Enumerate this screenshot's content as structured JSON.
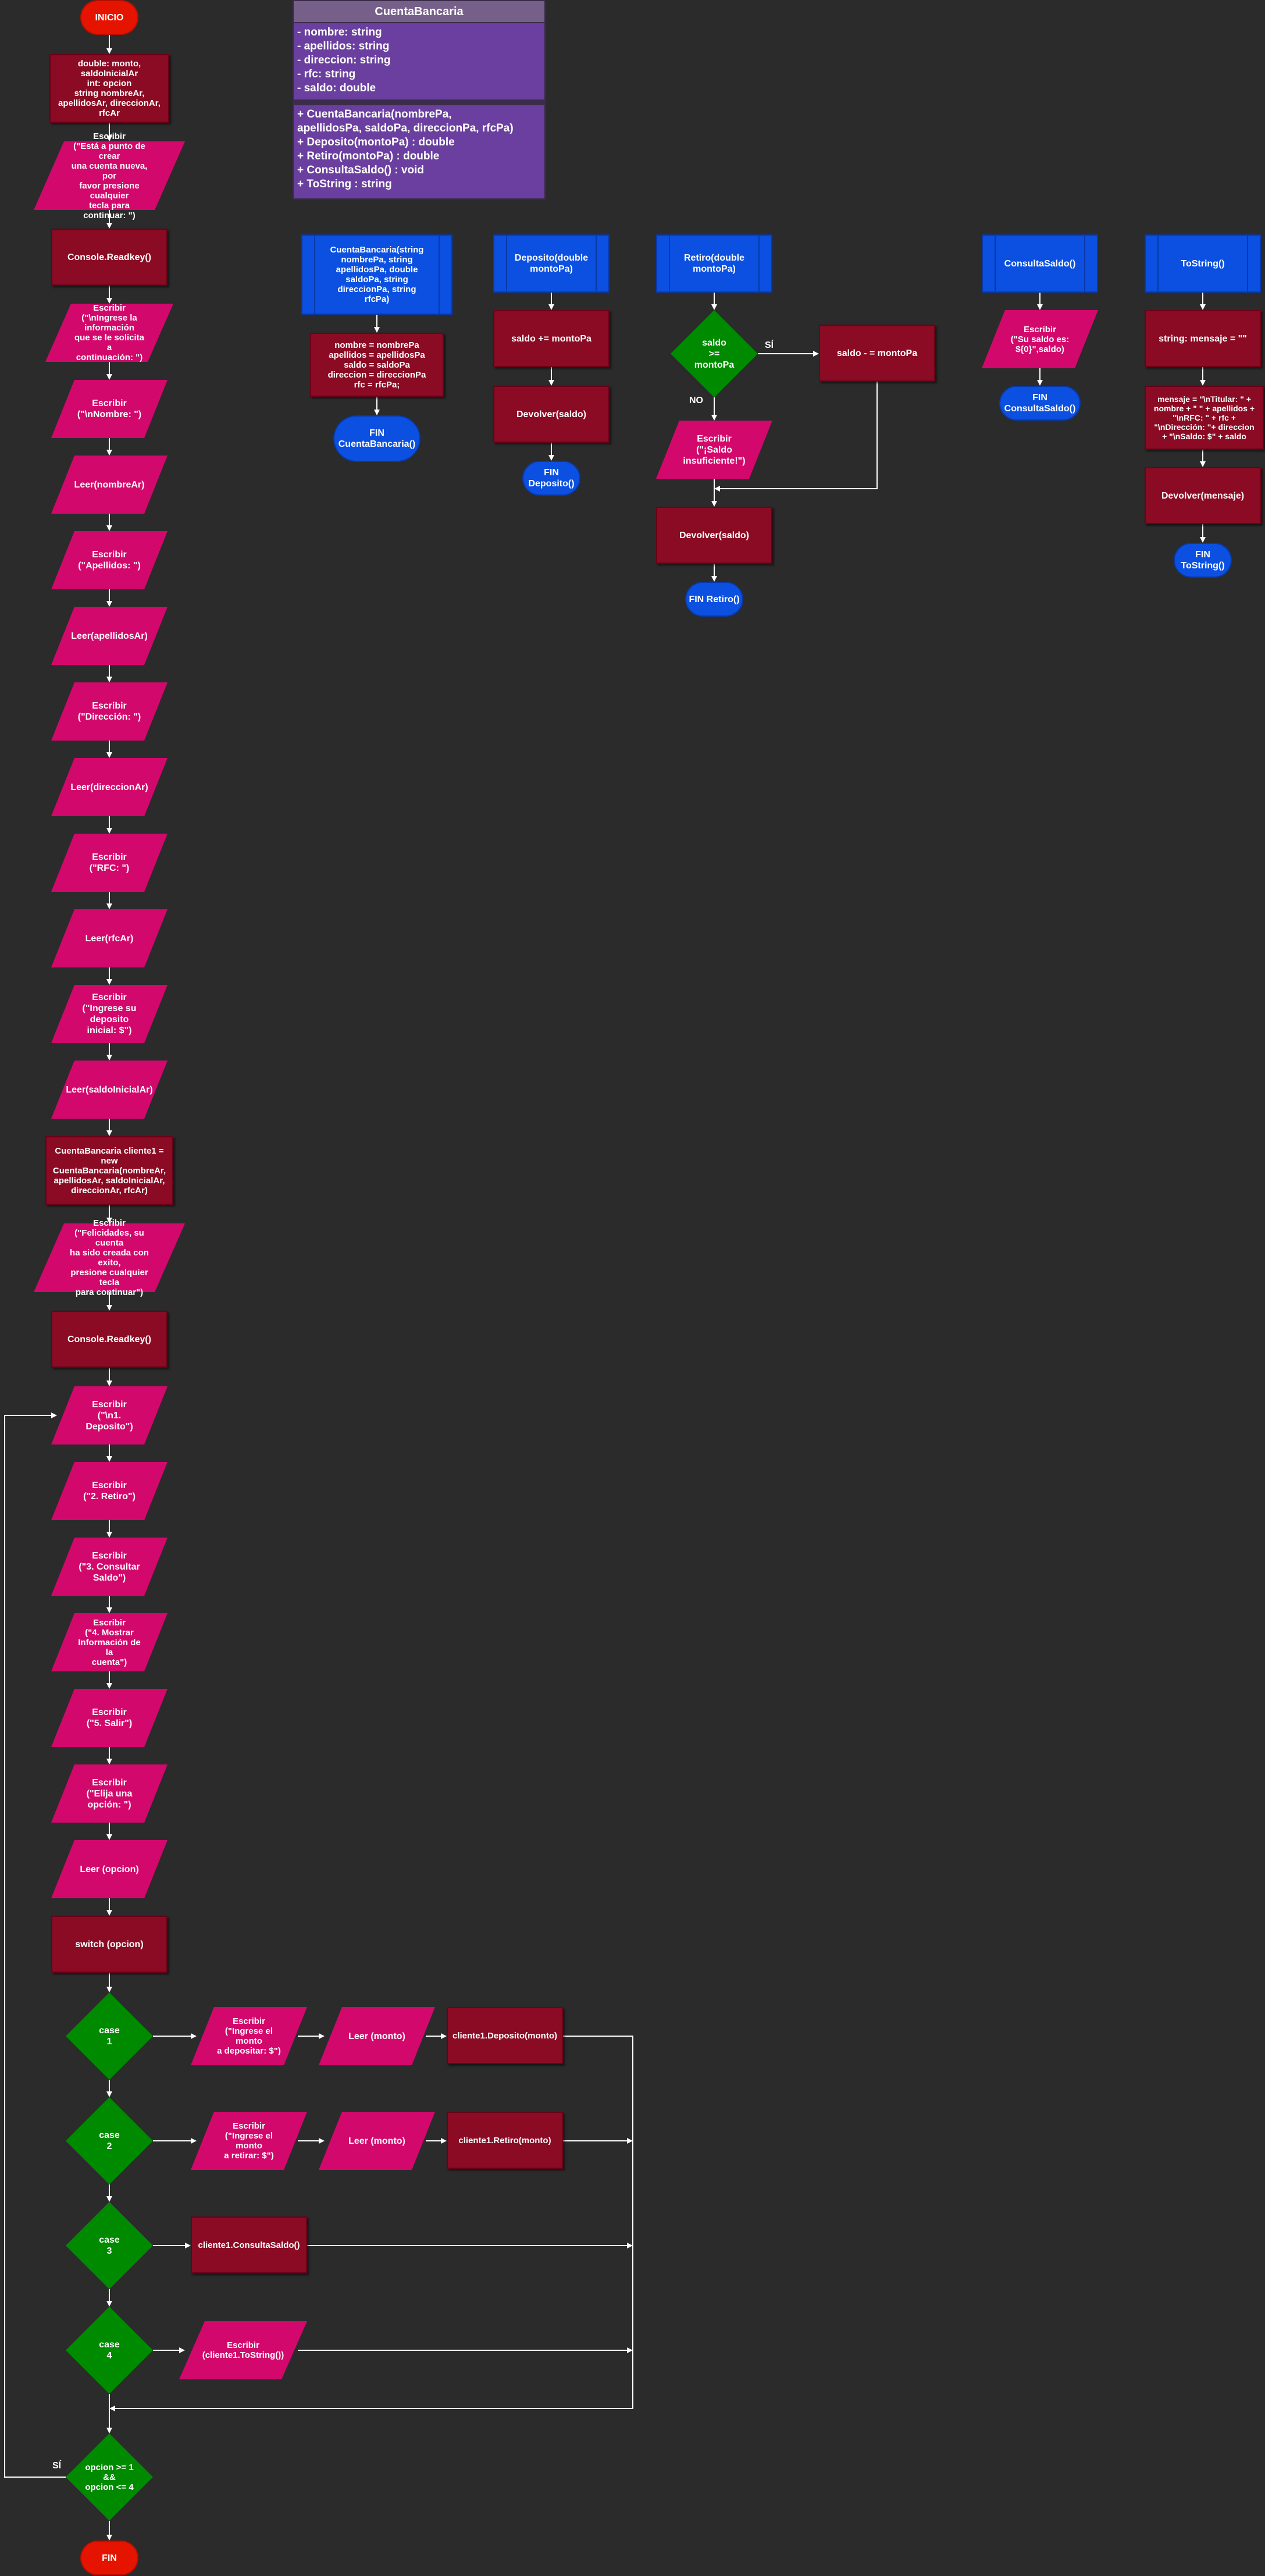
{
  "uml": {
    "class_name": "CuentaBancaria",
    "attributes": [
      "- nombre: string",
      "- apellidos: string",
      "- direccion: string",
      "- rfc: string",
      "- saldo: double"
    ],
    "methods": [
      "+ CuentaBancaria(nombrePa,",
      "apellidosPa, saldoPa, direccionPa, rfcPa)",
      "+ Deposito(montoPa) : double",
      "+ Retiro(montoPa) : double",
      "+ ConsultaSaldo() : void",
      "+ ToString : string"
    ]
  },
  "main_flow": {
    "start": "INICIO",
    "declarations": "double: monto,\nsaldoInicialAr\nint: opcion\nstring nombreAr,\napellidosAr, direccionAr,\nrfcAr",
    "write_welcome": "Escribir\n(\"Está a punto de crear\nuna cuenta nueva, por\nfavor presione cualquier\ntecla para continuar: \")",
    "readkey_1": "Console.Readkey()",
    "write_info": "Escribir\n(\"\\nIngrese la\ninformación\nque se le solicita a\ncontinuación: \")",
    "write_nombre": "Escribir\n(\"\\nNombre: \")",
    "read_nombre": "Leer(nombreAr)",
    "write_apellidos": "Escribir\n(\"Apellidos: \")",
    "read_apellidos": "Leer(apellidosAr)",
    "write_direccion": "Escribir\n(\"Dirección: \")",
    "read_direccion": "Leer(direccionAr)",
    "write_rfc": "Escribir\n(\"RFC: \")",
    "read_rfc": "Leer(rfcAr)",
    "write_deposito": "Escribir\n(\"Ingrese su\ndeposito\ninicial: $\")",
    "read_saldo": "Leer(saldoInicialAr)",
    "create_client": "CuentaBancaria cliente1 =\nnew\nCuentaBancaria(nombreAr,\napellidosAr, saldoInicialAr,\ndireccionAr, rfcAr)",
    "write_congrats": "Escribir\n(\"Felicidades, su cuenta\nha sido creada con exito,\npresione cualquier tecla\npara continuar\")",
    "readkey_2": "Console.Readkey()",
    "menu_1": "Escribir\n(\"\\n1. Deposito\")",
    "menu_2": "Escribir\n(\"2. Retiro\")",
    "menu_3": "Escribir\n(\"3. Consultar\nSaldo\")",
    "menu_4": "Escribir\n(\"4. Mostrar\nInformación de la\ncuenta\")",
    "menu_5": "Escribir\n(\"5. Salir\")",
    "choose": "Escribir\n(\"Elija una\nopción: \")",
    "read_opcion": "Leer (opcion)",
    "switch": "switch (opcion)",
    "case1": "case\n1",
    "case2": "case\n2",
    "case3": "case\n3",
    "case4": "case\n4",
    "case1_write": "Escribir\n(\"Ingrese el monto\na depositar: $\")",
    "case1_read": "Leer (monto)",
    "case1_call": "cliente1.Deposito(monto)",
    "case2_write": "Escribir\n(\"Ingrese el monto\na retirar: $\")",
    "case2_read": "Leer (monto)",
    "case2_call": "cliente1.Retiro(monto)",
    "case3_call": "cliente1.ConsultaSaldo()",
    "case4_write": "Escribir\n(cliente1.ToString())",
    "loop_cond": "opcion >= 1 &&\nopcion <= 4",
    "loop_yes": "SÍ",
    "end": "FIN"
  },
  "ctor_flow": {
    "header": "CuentaBancaria(string\nnombrePa, string\napellidosPa, double\nsaldoPa, string\ndireccionPa, string\nrfcPa)",
    "assign": "nombre = nombrePa\napellidos = apellidosPa\nsaldo = saldoPa\ndireccion = direccionPa\nrfc = rfcPa;",
    "end": "FIN\nCuentaBancaria()"
  },
  "deposito_flow": {
    "header": "Deposito(double\nmontoPa)",
    "op": "saldo += montoPa",
    "ret": "Devolver(saldo)",
    "end": "FIN\nDeposito()"
  },
  "retiro_flow": {
    "header": "Retiro(double\nmontoPa)",
    "cond": "saldo\n>=\nmontoPa",
    "yes": "SÍ",
    "no": "NO",
    "op": "saldo - = montoPa",
    "write_no": "Escribir\n(\"¡Saldo\ninsuficiente!\")",
    "ret": "Devolver(saldo)",
    "end": "FIN Retiro()"
  },
  "consulta_flow": {
    "header": "ConsultaSaldo()",
    "write": "Escribir\n(\"Su saldo es:\n${0}\",saldo)",
    "end": "FIN\nConsultaSaldo()"
  },
  "tostring_flow": {
    "header": "ToString()",
    "decl": "string: mensaje = \"\"",
    "assign": "mensaje = \"\\nTitular: \" +\nnombre + \" \" + apellidos +\n\"\\nRFC: \" + rfc +\n\"\\nDirección: \"+ direccion\n+ \"\\nSaldo: $\" + saldo",
    "ret": "Devolver(mensaje)",
    "end": "FIN\nToString()"
  },
  "colors": {
    "background": "#2b2b2b",
    "process": "#8a0b23",
    "io": "#d3086c",
    "decision": "#008a00",
    "terminal_red": "#e51400",
    "terminal_blue": "#0b50e0",
    "uml_header": "#76608a",
    "uml_body": "#6b3fa0"
  }
}
